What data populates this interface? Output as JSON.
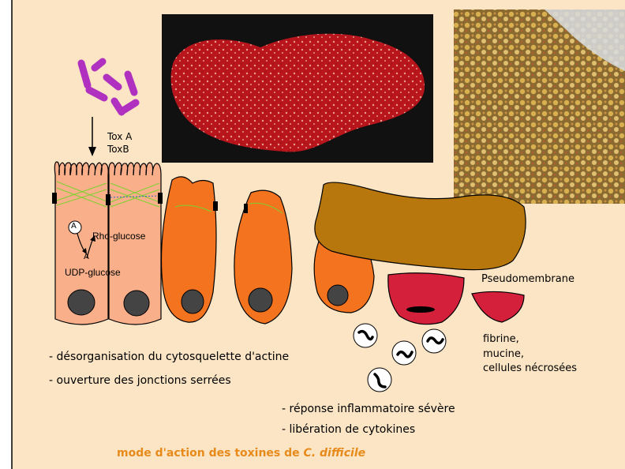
{
  "toxins": {
    "line1": "Tox A",
    "line2": "ToxB"
  },
  "cell_labels": {
    "a1": "A",
    "a2": "A",
    "rho": "Rho-glucose",
    "udp": "UDP-glucose"
  },
  "pseudomembrane_label": "Pseudomembrane",
  "debris": [
    "fibrine,",
    "mucine,",
    "cellules nécrosées"
  ],
  "effects_left": [
    "- désorganisation du cytosquelette d'actine",
    "- ouverture des jonctions serrées"
  ],
  "effects_right": [
    "- réponse inflammatoire sévère",
    "- libération de cytokines"
  ],
  "title_main": "mode d'action des toxines de ",
  "title_species": "C. difficile",
  "colors": {
    "background": "#fbe5c5",
    "cell_healthy": "#f9b08a",
    "cell_damaged": "#f4731e",
    "pseudomembrane": "#b8770d",
    "necrotic": "#d4203a",
    "bacteria": "#b030c0",
    "actin": "#7cd130",
    "title": "#e88a1a"
  }
}
